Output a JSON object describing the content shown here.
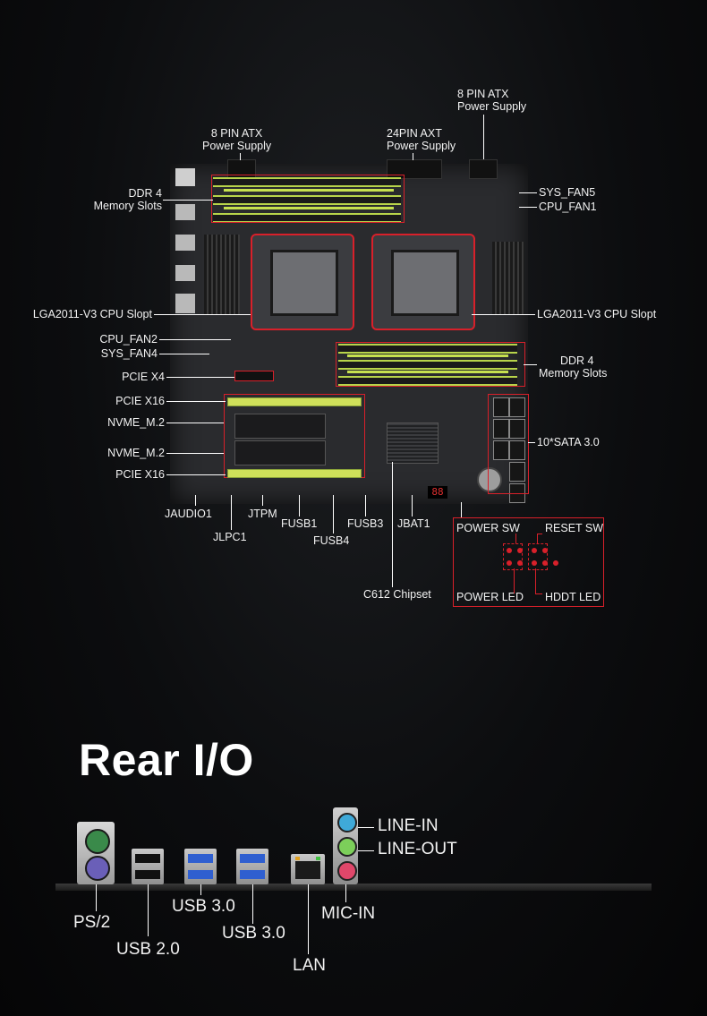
{
  "board_labels": {
    "pin8_atx_right": [
      "8 PIN ATX",
      "Power Supply"
    ],
    "pin8_atx_left": [
      "8 PIN ATX",
      "Power Supply"
    ],
    "pin24_axt": [
      "24PIN AXT",
      "Power Supply"
    ],
    "ddr4_top": [
      "DDR 4",
      "Memory Slots"
    ],
    "sys_fan5": "SYS_FAN5",
    "cpu_fan1": "CPU_FAN1",
    "cpu_slot_left": "LGA2011-V3 CPU Slopt",
    "cpu_slot_right": "LGA2011-V3 CPU Slopt",
    "cpu_fan2": "CPU_FAN2",
    "sys_fan4": "SYS_FAN4",
    "ddr4_right": [
      "DDR 4",
      "Memory Slots"
    ],
    "pcie_x4": "PCIE X4",
    "pcie_x16_top": "PCIE X16",
    "nvme_1": "NVME_M.2",
    "sata": "10*SATA 3.0",
    "nvme_2": "NVME_M.2",
    "pcie_x16_bottom": "PCIE X16",
    "jaudio1": "JAUDIO1",
    "jtpm": "JTPM",
    "fusb1": "FUSB1",
    "fusb3": "FUSB3",
    "jbat1": "JBAT1",
    "jlpc1": "JLPC1",
    "fusb4": "FUSB4",
    "c612": "C612 Chipset",
    "power_sw": "POWER SW",
    "reset_sw": "RESET SW",
    "power_led": "POWER LED",
    "hddt_led": "HDDT LED",
    "debug_display": "88"
  },
  "rear_io": {
    "title": "Rear I/O",
    "ps2": "PS/2",
    "usb20": "USB 2.0",
    "usb30_a": "USB 3.0",
    "usb30_b": "USB 3.0",
    "lan": "LAN",
    "line_in": "LINE-IN",
    "line_out": "LINE-OUT",
    "mic_in": "MIC-IN"
  },
  "colors": {
    "accent_red": "#d8202a",
    "dimm_green": "#c6e04f",
    "line_in": "#3fa9d8",
    "line_out": "#7ccf5a",
    "mic_in": "#e0476a"
  }
}
